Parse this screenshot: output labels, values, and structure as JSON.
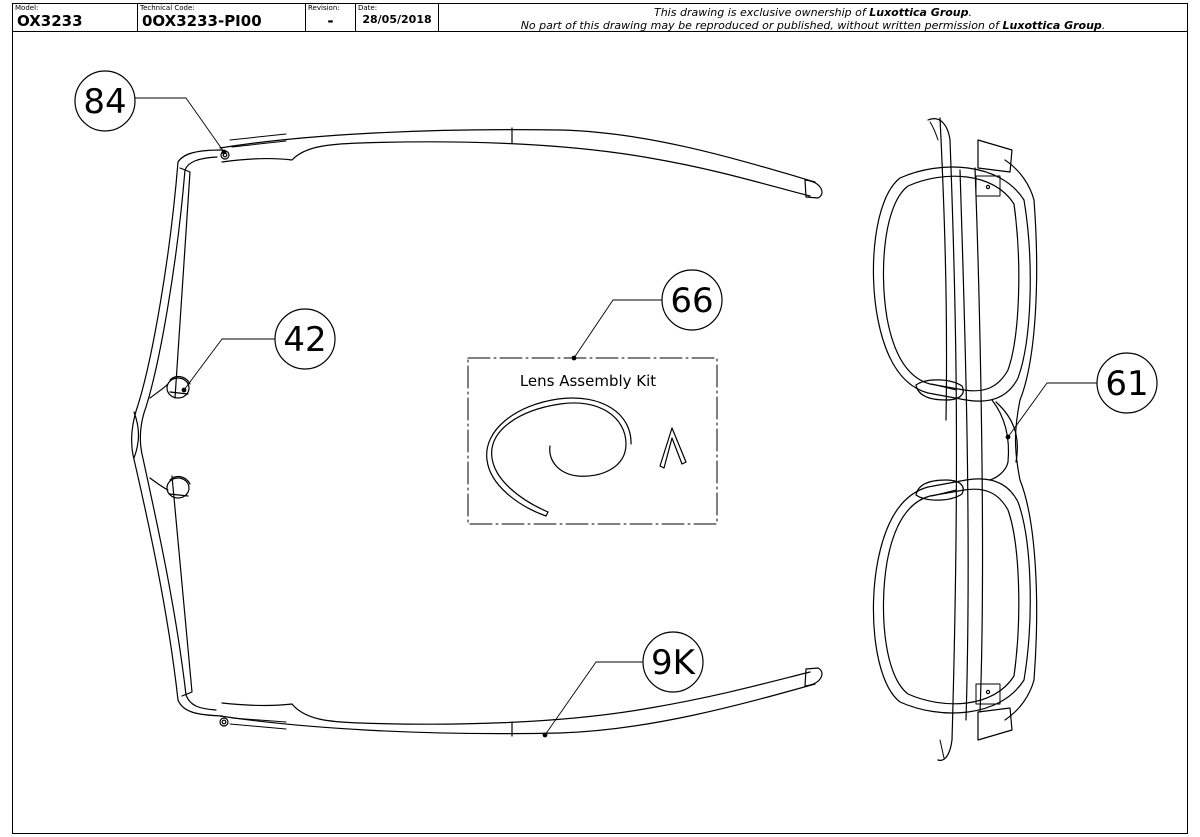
{
  "title_block": {
    "model_label": "Model:",
    "model_value": "OX3233",
    "technical_code_label": "Technical Code:",
    "technical_code_value": "0OX3233-PI00",
    "revision_label": "Revision:",
    "revision_value": "-",
    "date_label": "Date:",
    "date_value": "28/05/2018",
    "ownership_line1_prefix": "This drawing is exclusive ownership of ",
    "ownership_company": "Luxottica Group",
    "ownership_line1_suffix": ".",
    "ownership_line2_prefix": "No part of this drawing may be reproduced or published, without written permission of ",
    "ownership_line2_suffix": "."
  },
  "callouts": {
    "c84": "84",
    "c42": "42",
    "c66": "66",
    "c9k": "9K",
    "c61": "61"
  },
  "kit": {
    "label": "Lens Assembly Kit"
  }
}
